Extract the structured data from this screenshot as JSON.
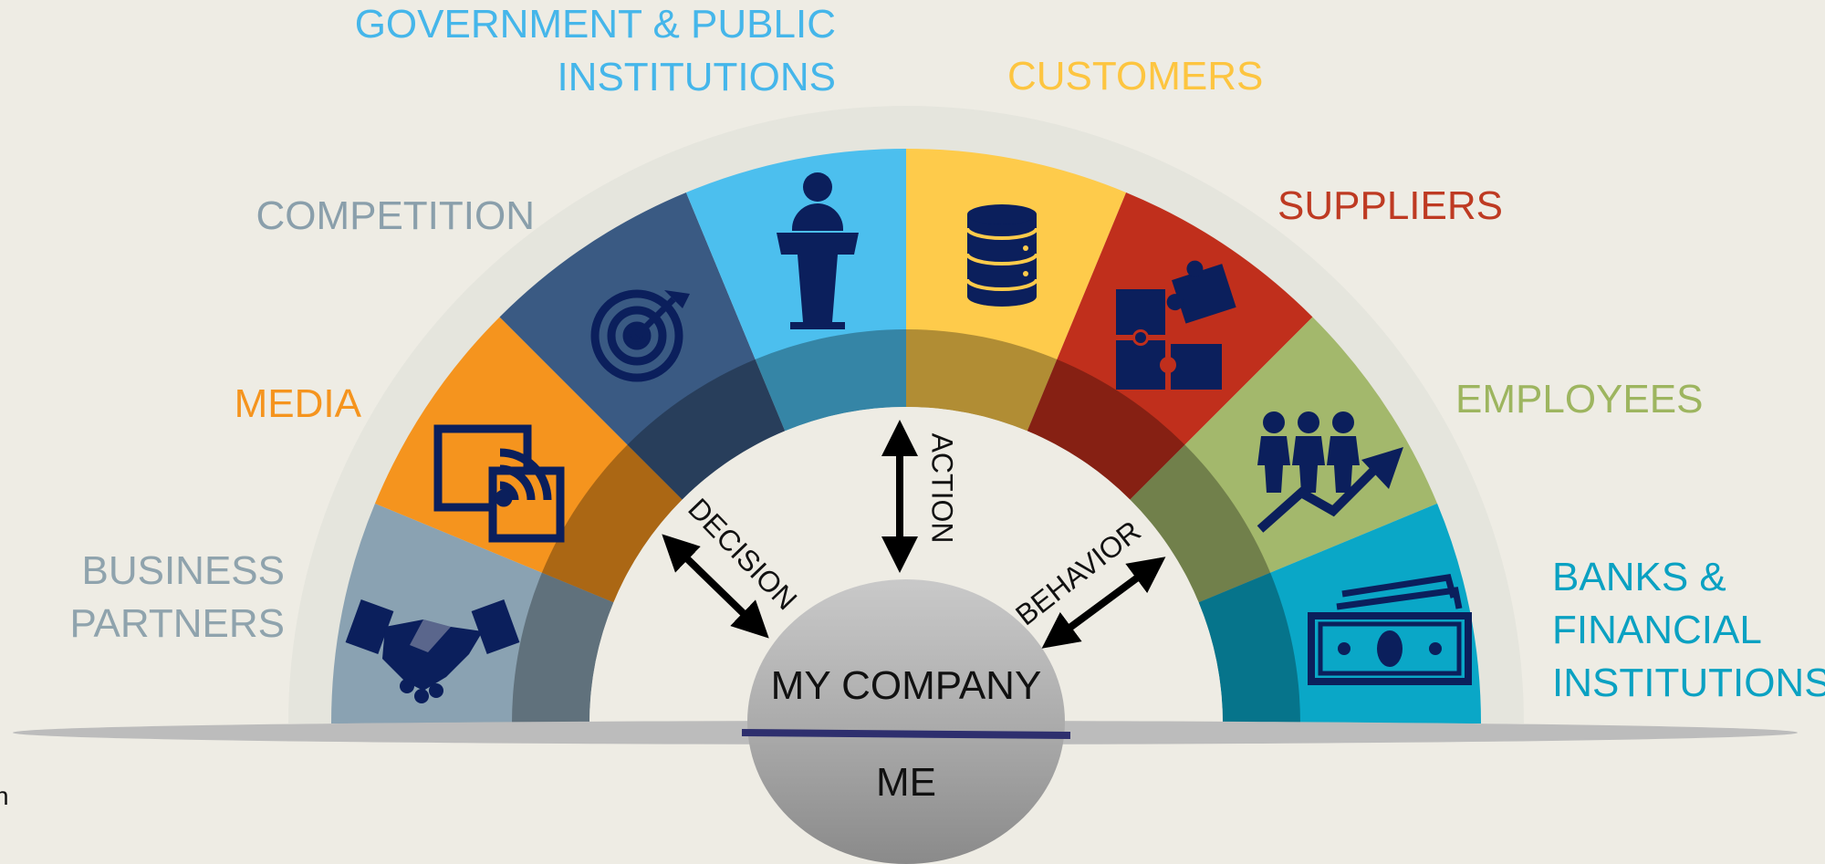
{
  "colors": {
    "background": "#eeece4",
    "business": "#8aa2b2",
    "media": "#f5941e",
    "competition": "#3a5a83",
    "government": "#4cbfee",
    "customers": "#fecb4b",
    "suppliers": "#c02f1c",
    "employees": "#a3b86c",
    "banks": "#0aa7c7",
    "icon": "#0b1f5c"
  },
  "segments": [
    {
      "key": "business",
      "label_lines": [
        "BUSINESS",
        "PARTNERS"
      ],
      "label_color": "#8fa3ad",
      "icon": "handshake-icon"
    },
    {
      "key": "media",
      "label_lines": [
        "MEDIA"
      ],
      "label_color": "#f5941e",
      "icon": "broadcast-screen-icon"
    },
    {
      "key": "competition",
      "label_lines": [
        "COMPETITION"
      ],
      "label_color": "#8a9fab",
      "icon": "target-icon"
    },
    {
      "key": "government",
      "label_lines": [
        "GOVERNMENT &  PUBLIC",
        "INSTITUTIONS"
      ],
      "label_color": "#45b6ea",
      "icon": "podium-speaker-icon"
    },
    {
      "key": "customers",
      "label_lines": [
        "CUSTOMERS"
      ],
      "label_color": "#fdc540",
      "icon": "database-icon"
    },
    {
      "key": "suppliers",
      "label_lines": [
        "SUPPLIERS"
      ],
      "label_color": "#be3a22",
      "icon": "puzzle-icon"
    },
    {
      "key": "employees",
      "label_lines": [
        "EMPLOYEES"
      ],
      "label_color": "#9db55f",
      "icon": "team-growth-icon"
    },
    {
      "key": "banks",
      "label_lines": [
        "BANKS &",
        "FINANCIAL",
        "INSTITUTIONS"
      ],
      "label_color": "#0aa1c2",
      "icon": "cash-icon"
    }
  ],
  "arrows": {
    "decision": "DECISION",
    "action": "ACTION",
    "behavior": "BEHAVIOR"
  },
  "core": {
    "company": "MY COMPANY",
    "me": "ME"
  },
  "edge_fragment": "n"
}
